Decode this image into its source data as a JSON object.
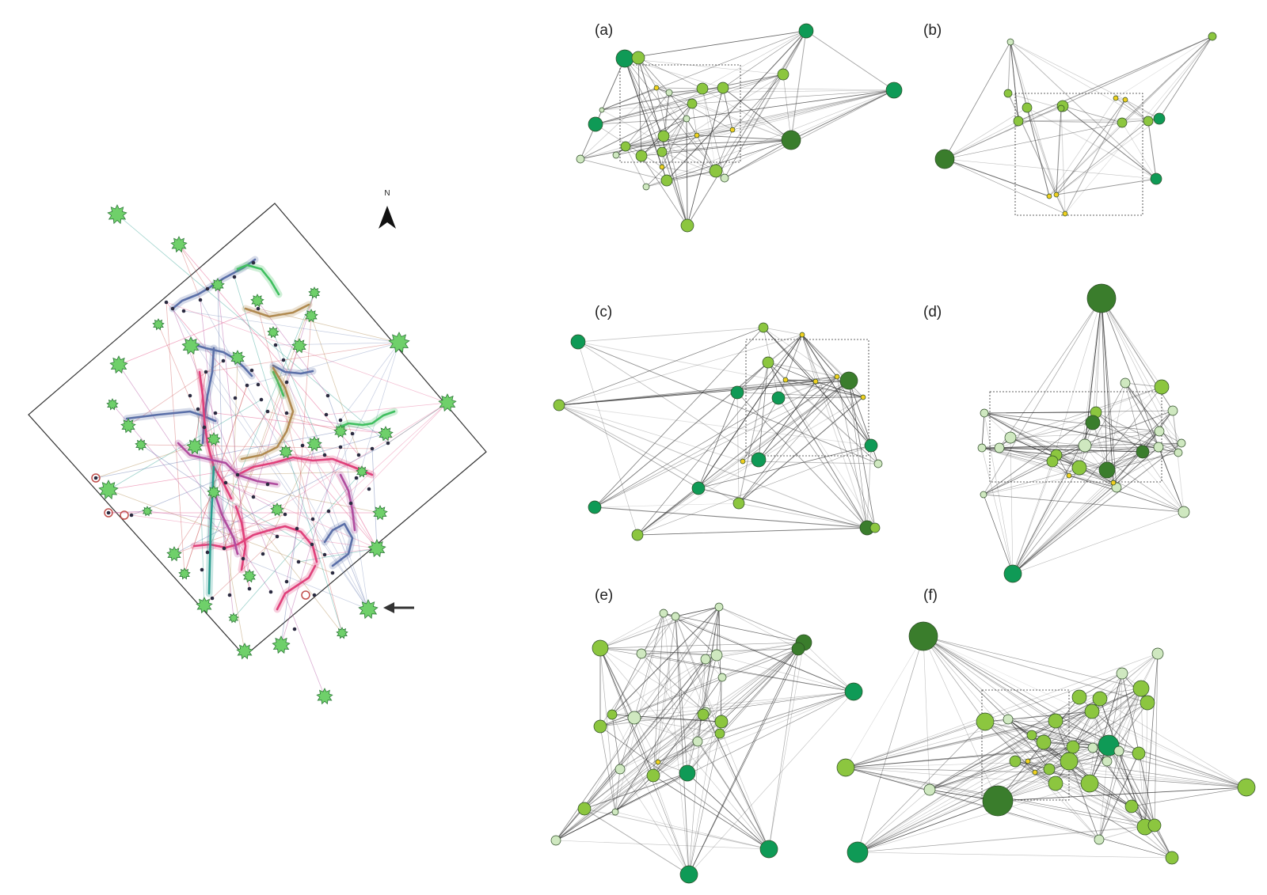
{
  "north_label": "N",
  "panels": [
    {
      "id": "a",
      "label": "(a)"
    },
    {
      "id": "b",
      "label": "(b)"
    },
    {
      "id": "c",
      "label": "(c)"
    },
    {
      "id": "d",
      "label": "(d)"
    },
    {
      "id": "e",
      "label": "(e)"
    },
    {
      "id": "f",
      "label": "(f)"
    }
  ],
  "colors": {
    "node_dark": "#3a7d2c",
    "node_teal": "#0f9a56",
    "node_mid": "#8cc63f",
    "node_light": "#cfe8c0",
    "node_yellow": "#f0d020",
    "edge": "#333333",
    "route_blue": "#5a6fa8",
    "route_pink": "#e0407a",
    "route_magenta": "#b04c9e",
    "route_green": "#3fbf5f",
    "route_teal": "#2a9d8f",
    "route_brown": "#b08a50",
    "star": "#6fd06a"
  }
}
